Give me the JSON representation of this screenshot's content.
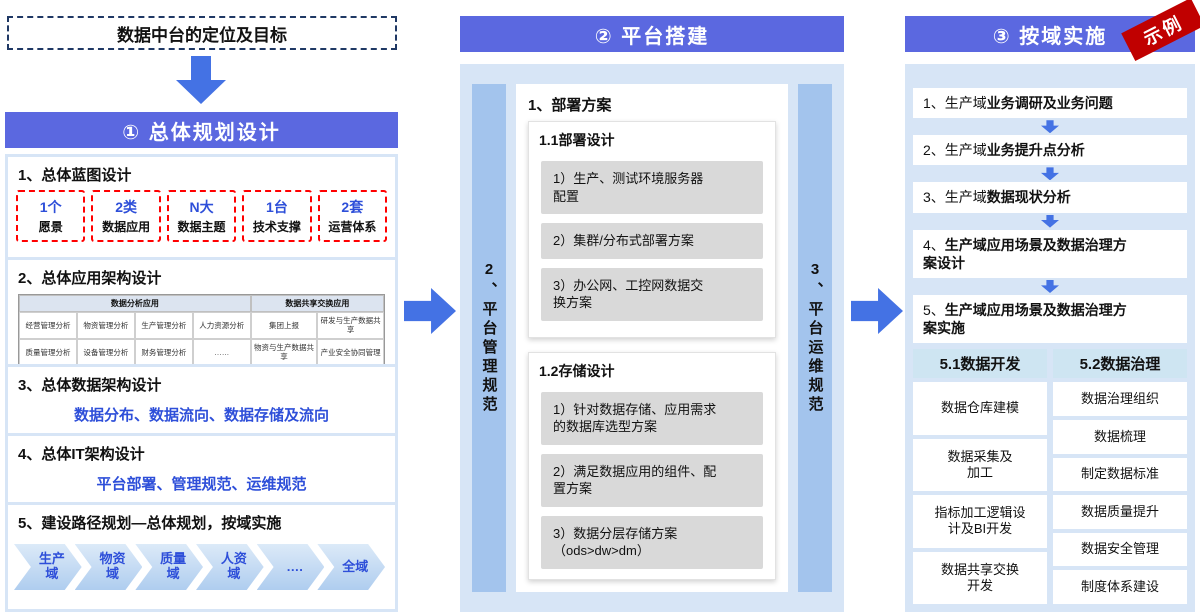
{
  "left": {
    "goal_box": "数据中台的定位及目标",
    "header": "① 总体规划设计",
    "blueprint": {
      "title": "1、总体蓝图设计",
      "cards": [
        {
          "top": "1个",
          "bottom": "愿景"
        },
        {
          "top": "2类",
          "bottom": "数据应用"
        },
        {
          "top": "N大",
          "bottom": "数据主题"
        },
        {
          "top": "1台",
          "bottom": "技术支撑"
        },
        {
          "top": "2套",
          "bottom": "运营体系"
        }
      ]
    },
    "app_arch": {
      "title": "2、总体应用架构设计",
      "table": {
        "header_left": "数据分析应用",
        "header_right": "数据共享交换应用",
        "row1_left": [
          "经营管理分析",
          "物资管理分析",
          "生产管理分析",
          "人力资源分析"
        ],
        "row1_right": [
          "集团上报",
          "研发与生产数据共享"
        ],
        "row2_left": [
          "质量管理分析",
          "设备管理分析",
          "财务管理分析",
          "……"
        ],
        "row2_right": [
          "物资与生产数据共享",
          "产业安全协同管理"
        ]
      }
    },
    "data_arch": {
      "title": "3、总体数据架构设计",
      "subtitle": "数据分布、数据流向、数据存储及流向"
    },
    "it_arch": {
      "title": "4、总体IT架构设计",
      "subtitle": "平台部署、管理规范、运维规范"
    },
    "roadmap": {
      "title": "5、建设路径规划—总体规划，按域实施",
      "chevrons": [
        "生产\n域",
        "物资\n域",
        "质量\n域",
        "人资\n域",
        "….",
        "全域"
      ]
    }
  },
  "middle": {
    "header": "② 平台搭建",
    "left_bar": "2、平台管理规范",
    "right_bar": "3、平台运维规范",
    "deploy_title": "1、部署方案",
    "deploy_design": {
      "title": "1.1部署设计",
      "items": [
        "1）生产、测试环境服务器\n配置",
        "2）集群/分布式部署方案",
        "3）办公网、工控网数据交\n换方案"
      ]
    },
    "storage_design": {
      "title": "1.2存储设计",
      "items": [
        "1）针对数据存储、应用需求\n的数据库选型方案",
        "2）满足数据应用的组件、配\n置方案",
        "3）数据分层存储方案\n（ods>dw>dm）"
      ]
    }
  },
  "right": {
    "header": "③ 按域实施",
    "badge": "示例",
    "steps": [
      {
        "prefix": "1、生产域",
        "emph": "业务调研及业务问题"
      },
      {
        "prefix": "2、生产域",
        "emph": "业务提升点分析"
      },
      {
        "prefix": "3、生产域",
        "emph": "数据现状分析"
      },
      {
        "prefix": "4、",
        "emph": "生产域应用场景及数据治理方\n案设计"
      },
      {
        "prefix": "5、",
        "emph": "生产域应用场景及数据治理方\n案实施"
      }
    ],
    "dev": {
      "title": "5.1数据开发",
      "items": [
        "数据仓库建模",
        "数据采集及\n加工",
        "指标加工逻辑设\n计及BI开发",
        "数据共享交换\n开发"
      ]
    },
    "gov": {
      "title": "5.2数据治理",
      "items": [
        "数据治理组织",
        "数据梳理",
        "制定数据标准",
        "数据质量提升",
        "数据安全管理",
        "制度体系建设"
      ]
    }
  },
  "colors": {
    "accent_header": "#5B68E0",
    "panel": "#D7E5F6",
    "vertical_bar": "#A3C4ED",
    "arrow": "#4472E4",
    "blue_text": "#2E4FD9",
    "red_dashed_border": "#FF0000",
    "badge_red": "#C00000",
    "gray_box": "#D9D9D9"
  }
}
